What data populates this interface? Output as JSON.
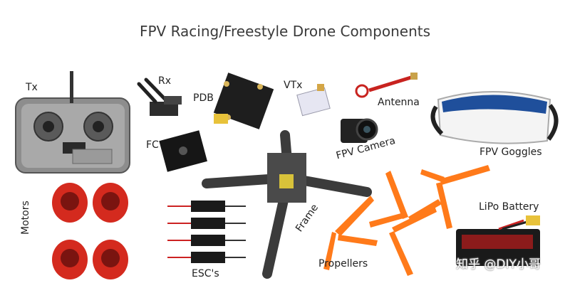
{
  "title": "FPV Racing/Freestyle Drone Components",
  "labels": {
    "tx": "Tx",
    "rx": "Rx",
    "pdb": "PDB",
    "vtx": "VTx",
    "antenna": "Antenna",
    "fc": "FC",
    "fpv_camera": "FPV Camera",
    "fpv_goggles": "FPV Goggles",
    "motors": "Motors",
    "escs": "ESC's",
    "frame": "Frame",
    "propellers": "Propellers",
    "lipo_battery": "LiPo Battery"
  },
  "watermark": "知乎 @DIY小哥",
  "colors": {
    "frame": "#3b3b3b",
    "propeller": "#ff7a1a",
    "motor": "#d42a1e",
    "goggles_blue": "#1f4f9b",
    "battery": "#1a1a1a",
    "antenna_red": "#c8231f"
  }
}
